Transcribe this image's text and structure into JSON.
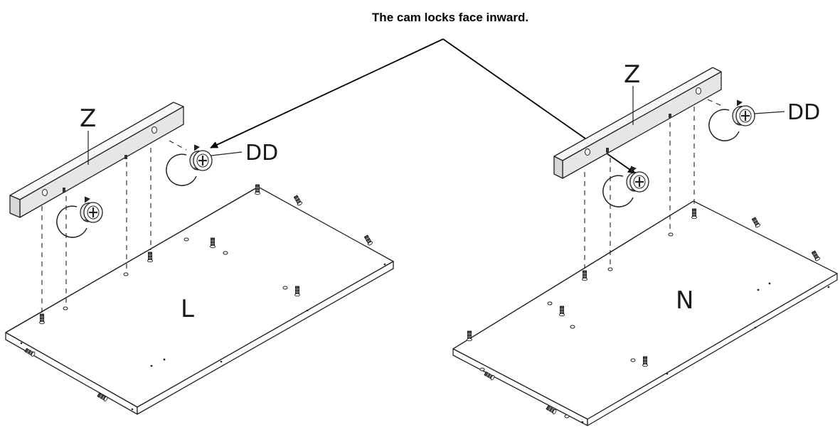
{
  "note": "The cam locks face inward.",
  "left_assembly": {
    "rail_label": "Z",
    "cam_label": "DD",
    "panel_label": "L"
  },
  "right_assembly": {
    "rail_label": "Z",
    "cam_label": "DD",
    "panel_label": "N"
  }
}
